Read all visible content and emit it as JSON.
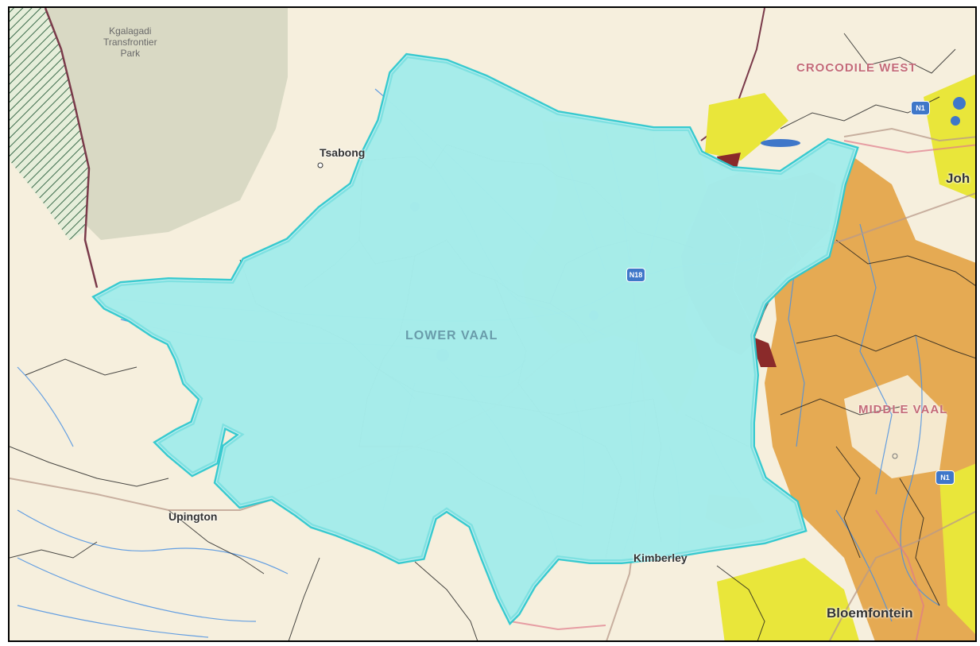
{
  "map": {
    "labels": {
      "park": "Kgalagadi\nTransfrontier\nPark",
      "tsabong": "Tsabong",
      "upington": "Upington",
      "kimberley": "Kimberley",
      "bloemfontein": "Bloemfontein",
      "johannesburg_partial": "Joh",
      "region_lower_vaal": "LOWER VAAL",
      "region_middle_vaal": "MIDDLE VAAL",
      "region_crocodile": "CROCODILE WEST"
    },
    "routes": [
      "N18",
      "N1",
      "N1"
    ],
    "colors": {
      "background": "#f6efdd",
      "lower_vaal_fill": "#a6ecea",
      "lower_vaal_outline": "#2ec9cf",
      "rivers": "#4a90e2",
      "boundaries": "#1a1a1a",
      "lime_zone": "#c5e64a",
      "dark_zone": "#6b6b6b",
      "orange_zone": "#e3a244",
      "yellow_zone": "#e9e63a",
      "park_zone": "#d9d9c4"
    }
  }
}
